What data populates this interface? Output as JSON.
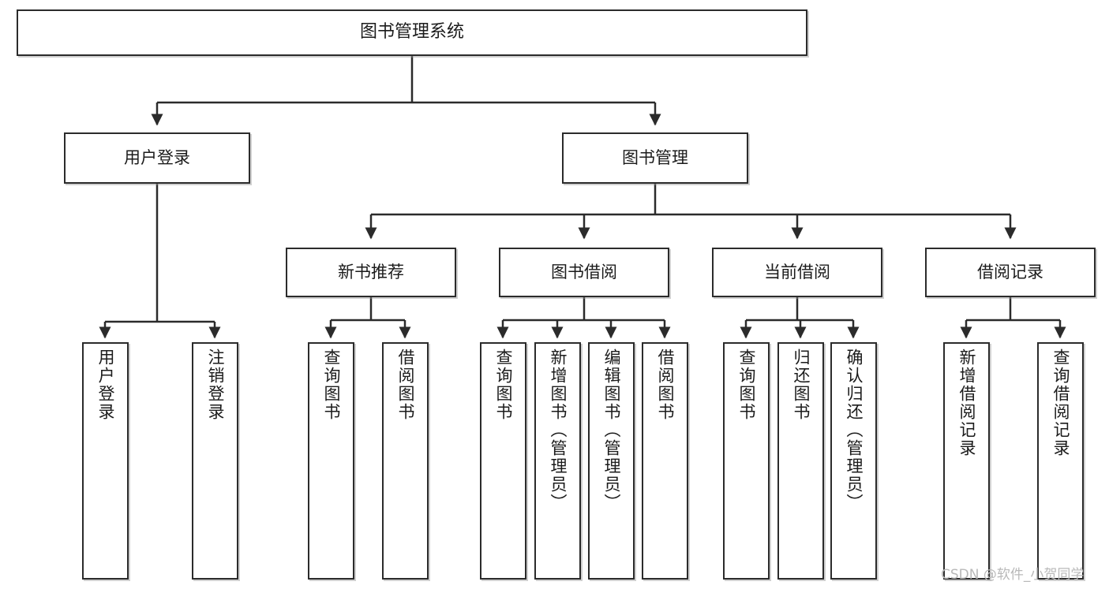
{
  "diagram": {
    "title": "图书管理系统",
    "type": "tree-hierarchy",
    "orientation": "top-down",
    "line_color": "#2b2b2b",
    "box_fill": "#ffffff",
    "box_stroke": "#2b2b2b",
    "text_color": "#1b1b1b",
    "watermark": "CSDN @软件_小贺同学",
    "nodes": {
      "root": {
        "label": "图书管理系统"
      },
      "level2": [
        {
          "label": "用户登录"
        },
        {
          "label": "图书管理"
        }
      ],
      "level3": [
        {
          "label": "新书推荐"
        },
        {
          "label": "图书借阅"
        },
        {
          "label": "当前借阅"
        },
        {
          "label": "借阅记录"
        }
      ],
      "leaves": {
        "user_login": [
          {
            "label": "用户登录"
          },
          {
            "label": "注销登录"
          }
        ],
        "new_book_recommend": [
          {
            "label": "查询图书"
          },
          {
            "label": "借阅图书"
          }
        ],
        "book_borrow": [
          {
            "label": "查询图书"
          },
          {
            "label": "新增图书（管理员）"
          },
          {
            "label": "编辑图书（管理员）"
          },
          {
            "label": "借阅图书"
          }
        ],
        "current_borrow": [
          {
            "label": "查询图书"
          },
          {
            "label": "归还图书"
          },
          {
            "label": "确认归还（管理员）"
          }
        ],
        "borrow_record": [
          {
            "label": "新增借阅记录"
          },
          {
            "label": "查询借阅记录"
          }
        ]
      }
    }
  }
}
